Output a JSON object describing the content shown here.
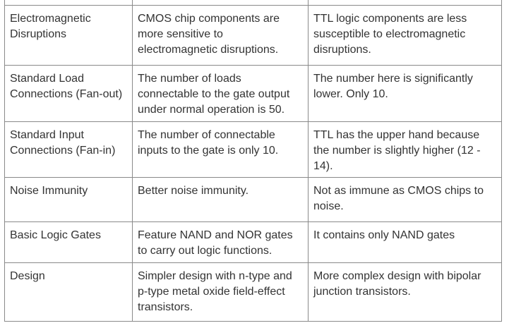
{
  "table": {
    "description": "CMOS vs TTL comparison table",
    "rows": [
      {
        "feature": "Electromagnetic Disruptions",
        "cmos": "CMOS chip components are more sensitive to electromagnetic disruptions.",
        "ttl": "TTL logic components are less susceptible to electromagnetic disruptions."
      },
      {
        "feature": "Standard Load Connections (Fan-out)",
        "cmos": "The number of loads connectable to the gate output under normal operation is 50.",
        "ttl": "The number here is significantly lower. Only 10."
      },
      {
        "feature": "Standard Input Connections (Fan-in)",
        "cmos": "The number of connectable inputs to the gate is only 10.",
        "ttl": "TTL has the upper hand because the number is slightly higher (12 - 14)."
      },
      {
        "feature": "Noise Immunity",
        "cmos": "Better noise immunity.",
        "ttl": "Not as immune as CMOS chips to noise."
      },
      {
        "feature": "Basic Logic Gates",
        "cmos": "Feature NAND and NOR gates to carry out logic functions.",
        "ttl": "It contains only NAND gates"
      },
      {
        "feature": "Design",
        "cmos": "Simpler design with n-type and p-type metal oxide field-effect transistors.",
        "ttl": "More complex design with bipolar junction transistors."
      }
    ],
    "border_color": "#8a8a8a",
    "text_color": "#333333"
  }
}
